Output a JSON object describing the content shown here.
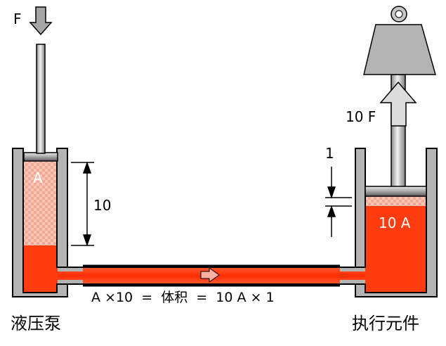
{
  "labels": {
    "input_force": "F",
    "small_piston_area": "A",
    "small_stroke": "10",
    "output_force": "10 F",
    "large_stroke": "1",
    "large_piston_area": "10 A",
    "equation": "A ×10  =  体积  =  10 A × 1",
    "pump_name": "液压泵",
    "actuator_name": "执行元件"
  },
  "colors": {
    "fluid": "#ff3b10",
    "fluid_light": "#f8b8a8",
    "wall": "#b4b4b4",
    "arrow_gray": "#a6a6a6",
    "flow_arrow": "#ffb0a0"
  }
}
